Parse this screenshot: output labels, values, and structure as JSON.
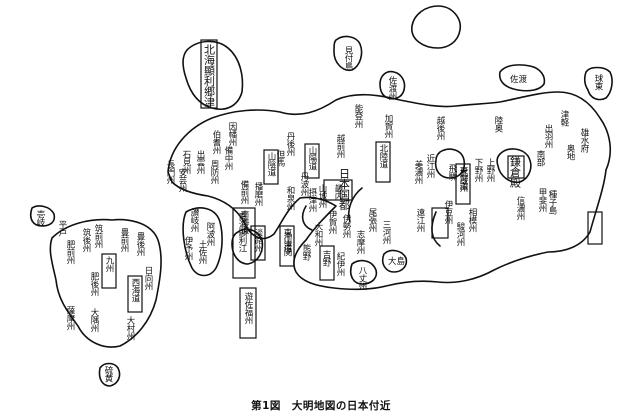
{
  "caption": "第1図　大明地図の日本付近",
  "labels": {
    "hokkai_title": "北海顯利郷津",
    "hatsuto": "見付島",
    "kusarishima": "佐渡州",
    "sado_right": "佐渡",
    "kyuuzo": "球東",
    "kagashuu": "加賀州",
    "noto": "能登州",
    "echigo": "越後州",
    "dewa": "出羽州",
    "mutsu": "陸奥",
    "tsugaru": "津軽",
    "uzumori": "雄水府",
    "eastland": "奥地",
    "nanbu": "南部",
    "musashi": "武蔵州",
    "shimotsuke": "下野州",
    "kozuke": "上野州",
    "kamakura": "鎌倉殿",
    "sagami": "相模州",
    "kai": "甲斐州",
    "shinano": "信濃州",
    "echizen": "越前州",
    "omi": "近江州",
    "mino": "美濃州",
    "hida": "飛騨",
    "owari": "尾張州",
    "mikawa": "三河州",
    "totomi": "遠江州",
    "suruga": "駿河州",
    "izu": "伊豆州",
    "iga": "伊賀州",
    "ise": "伊勢州",
    "yamato": "大和州",
    "kii": "紀伊州",
    "kinai": "畿内",
    "nihon_kokuto": "日本国都",
    "yamashiro": "山城州",
    "tango": "丹後州",
    "tanba": "丹波州",
    "tajima": "但馬",
    "harima": "播磨州",
    "settsu": "摂津州",
    "izumi": "和泉州",
    "hokuriku": "北陸道",
    "sanin": "山陰道",
    "sanyo": "山陽道",
    "tokaido": "東海道",
    "tosando": "東山道",
    "nankaido": "南海道",
    "inaba": "因幡州",
    "hoki": "伯耆州",
    "izumo": "出雲州",
    "iwami": "石見州",
    "aki": "安芸州",
    "bizen": "備前州",
    "bitchu": "備中州",
    "nagato": "長門州",
    "suo": "周防州",
    "awaji": "淡路州",
    "sanuki": "讃岐州",
    "iyo": "伊予州",
    "awa": "阿波州",
    "tosa": "土佐州",
    "nankai_kyouri": "南海顯利江",
    "tsushima_kaido": "冲津関",
    "yoshino": "吉野",
    "shima": "志摩州",
    "kumano": "熊野",
    "ooshima": "大島",
    "hachijo": "八丈州",
    "sai_no_tsu": "遊佐福州",
    "kyushu": "九州",
    "saikaido": "西海道",
    "chikuzen": "筑前州",
    "chikugo": "筑後州",
    "buzen": "豊前州",
    "bungo": "豊後州",
    "hizen": "肥前州",
    "higo": "肥後州",
    "hyuga": "日向州",
    "osumi": "大隅州",
    "satsuma": "薩摩州",
    "iki": "壱岐",
    "hirado": "平戸",
    "tanegashima": "種子島",
    "ioujima": "硫黄",
    "oomurasu": "大村州"
  }
}
